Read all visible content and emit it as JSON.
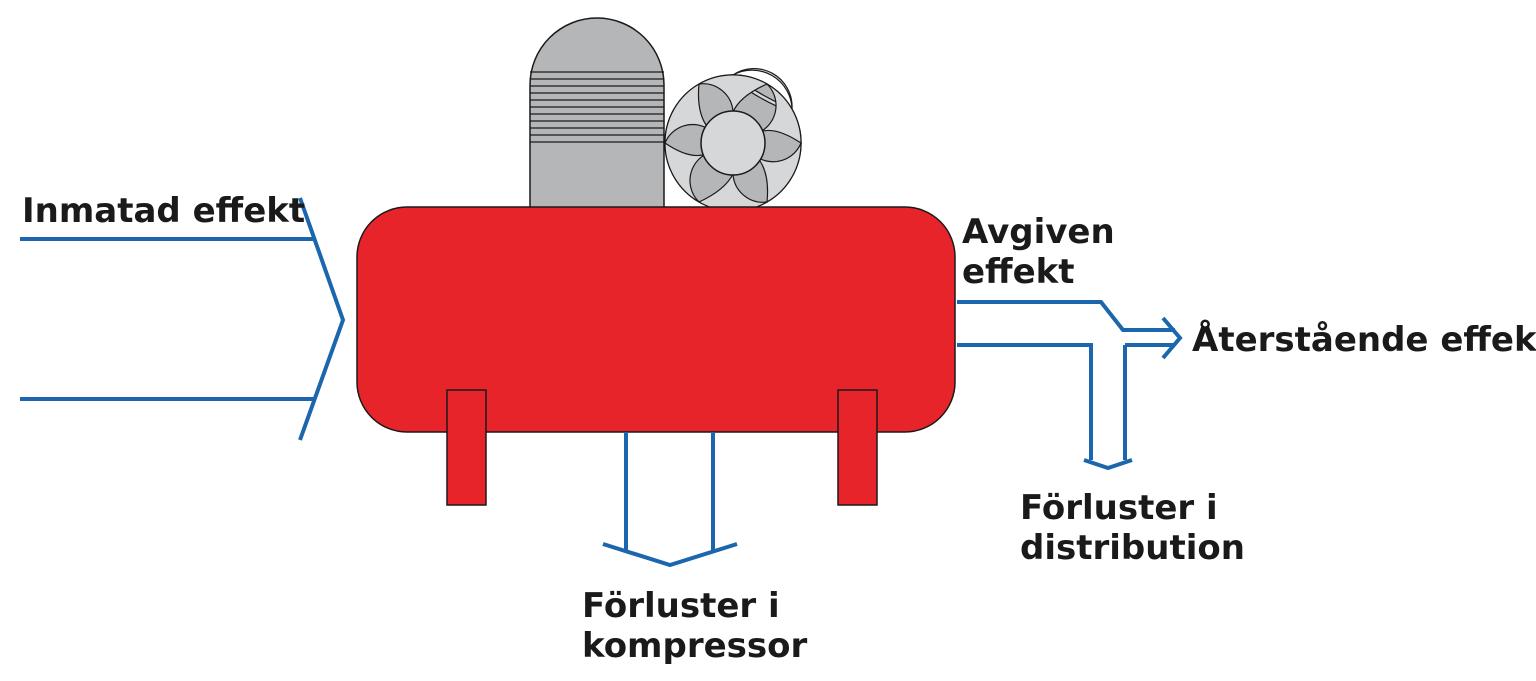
{
  "labels": {
    "input_power": "Inmatad effekt",
    "output_power": [
      "Avgiven",
      "effekt"
    ],
    "remaining_power": "Återstående effekt",
    "distribution_losses": [
      "Förluster i",
      "distribution"
    ],
    "compressor_losses": [
      "Förluster i",
      "kompressor"
    ]
  },
  "colors": {
    "tank": "#e8242b",
    "flow_lines": "#1b66ad",
    "motor": "#b5b6b8",
    "text": "#1a1a1a"
  }
}
